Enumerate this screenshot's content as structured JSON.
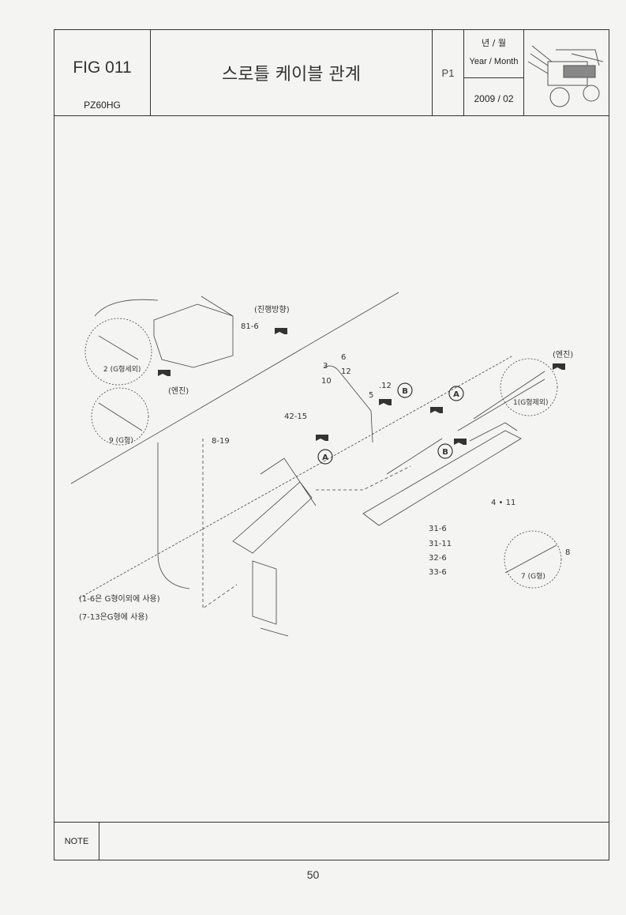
{
  "header": {
    "fig": "FIG 011",
    "model": "PZ60HG",
    "title": "스로틀 케이블 관계",
    "page": "P1",
    "year_month_ko": "년 / 월",
    "year_month_en": "Year / Month",
    "date": "2009 / 02"
  },
  "diagram": {
    "labels": {
      "l81_6": "81-6",
      "travel_dir": "(진행방향)",
      "engine1": "(엔진)",
      "engine2": "(엔진)",
      "p2": "2 (G형세외)",
      "p9": "9 (G형)",
      "p3": "3",
      "p10": "10",
      "p6": "6",
      "p12a": "12",
      "p12b": ".12",
      "p5": "5",
      "p42_15": "42-15",
      "p8_19": "8-19",
      "p1": "1(G형제외)",
      "p4_11": "4 • 11",
      "p31_6": "31-6",
      "p31_11": "31-11",
      "p32_6": "32-6",
      "p33_6": "33-6",
      "p8": "8",
      "p7": "7 (G형)",
      "markA": "A",
      "markB": "B"
    },
    "notes": [
      "(1-6은 G형이외에 사용)",
      "(7-13은G형에 사용)"
    ]
  },
  "note": {
    "label": "NOTE"
  },
  "page_number": "50"
}
